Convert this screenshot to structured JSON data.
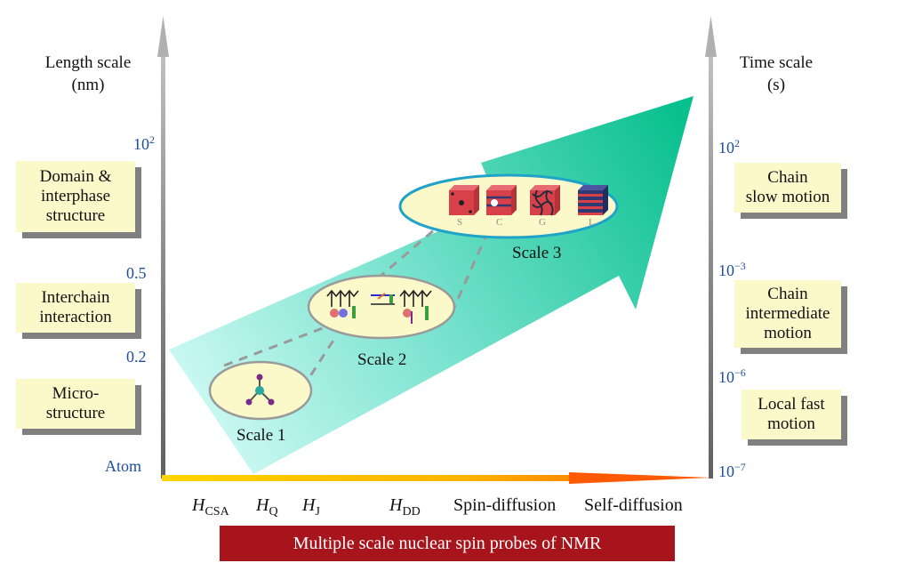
{
  "left_axis": {
    "title_line1": "Length scale",
    "title_line2": "(nm)",
    "ticks": {
      "t1_base": "10",
      "t1_exp": "2",
      "t2": "0.5",
      "t3": "0.2",
      "t4": "Atom"
    },
    "boxes": [
      {
        "lines": [
          "Domain &",
          "interphase",
          "structure"
        ]
      },
      {
        "lines": [
          "Interchain",
          "interaction"
        ]
      },
      {
        "lines": [
          "Micro-",
          "structure"
        ]
      }
    ]
  },
  "right_axis": {
    "title_line1": "Time scale",
    "title_line2": "(s)",
    "ticks": {
      "base": "10",
      "t1_exp": "2",
      "t2_exp": "−3",
      "t3_exp": "−6",
      "t4_exp": "−7"
    },
    "boxes": [
      {
        "lines": [
          "Chain",
          "slow motion"
        ]
      },
      {
        "lines": [
          "Chain",
          "intermediate",
          "motion"
        ]
      },
      {
        "lines": [
          "Local fast",
          "motion"
        ]
      }
    ]
  },
  "scales": {
    "scale1": "Scale 1",
    "scale2": "Scale 2",
    "scale3": "Scale 3",
    "morph_labels": [
      "S",
      "C",
      "G",
      "L"
    ]
  },
  "probes": {
    "csa_main": "H",
    "csa_sub": "CSA",
    "q_main": "H",
    "q_sub": "Q",
    "j_main": "H",
    "j_sub": "J",
    "dd_main": "H",
    "dd_sub": "DD",
    "spin_diffusion": "Spin-diffusion",
    "self_diffusion": "Self-diffusion"
  },
  "bottom_banner": "Multiple scale nuclear spin probes of NMR",
  "colors": {
    "tick_blue": "#1f4e9a",
    "box_fill": "#fbf8c9",
    "banner_red": "#a8141b",
    "arrow_teal": "#1fc79a",
    "arrow_light": "#cbf8f3",
    "cube_red": "#d9414a",
    "cube_navy": "#2f3a73"
  }
}
